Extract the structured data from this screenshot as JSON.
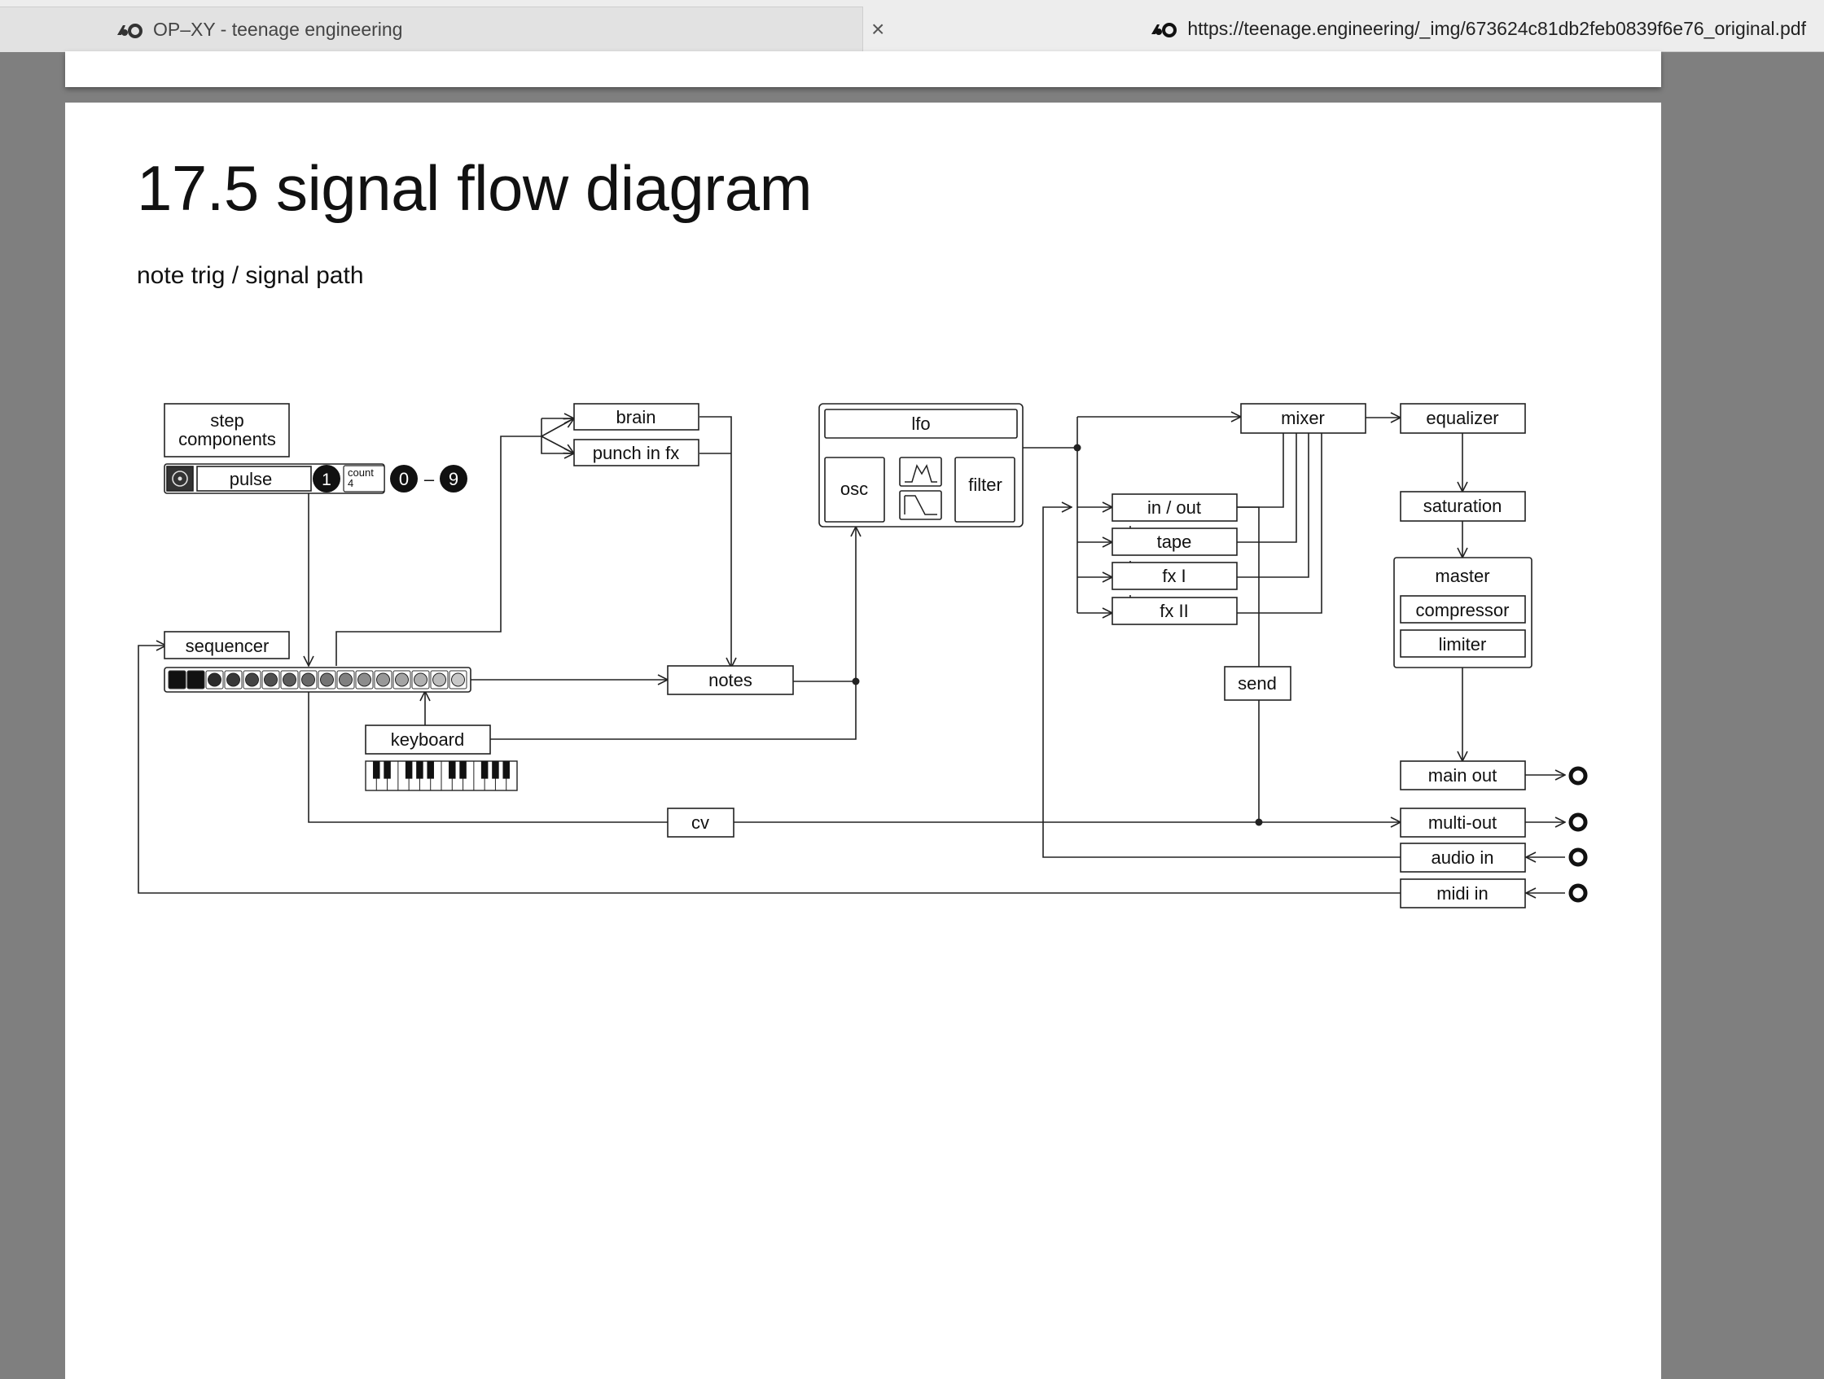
{
  "browser": {
    "tab_title": "OP–XY - teenage engineering",
    "close_glyph": "×",
    "url": "https://teenage.engineering/_img/673624c81db2feb0839f6e76_original.pdf",
    "logo_icon": "teenage-engineering-logo-icon"
  },
  "document": {
    "title": "17.5 signal flow diagram",
    "subtitle": "note trig / signal path"
  },
  "diagram": {
    "step_components": [
      "step",
      "components"
    ],
    "pulse": "pulse",
    "badge_one": "1",
    "count_label": "count",
    "count_value": "4",
    "range_start": "0",
    "range_dash": "–",
    "range_end": "9",
    "brain": "brain",
    "punch_in_fx": "punch in fx",
    "lfo": "lfo",
    "osc": "osc",
    "filter": "filter",
    "mixer": "mixer",
    "equalizer": "equalizer",
    "in_out": "in / out",
    "tape": "tape",
    "fx1": "fx I",
    "fx2": "fx II",
    "saturation": "saturation",
    "master": "master",
    "compressor": "compressor",
    "limiter": "limiter",
    "sequencer": "sequencer",
    "notes": "notes",
    "send": "send",
    "keyboard": "keyboard",
    "cv": "cv",
    "main_out": "main out",
    "multi_out": "multi-out",
    "audio_in": "audio in",
    "midi_in": "midi in"
  }
}
